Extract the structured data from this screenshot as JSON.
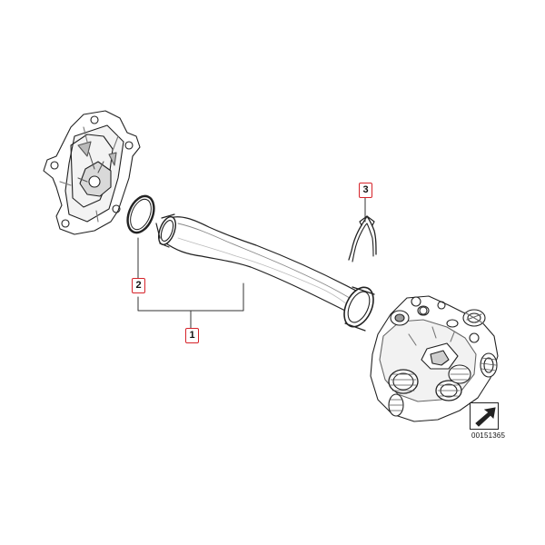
{
  "callouts": {
    "part1": "1",
    "part2": "2",
    "part3": "3"
  },
  "reference_number": "00151365",
  "colors": {
    "callout_border": "#d6232a",
    "line": "#222222",
    "shade": "#9a9a9a"
  },
  "icons": [
    "arrow-direction-icon"
  ]
}
